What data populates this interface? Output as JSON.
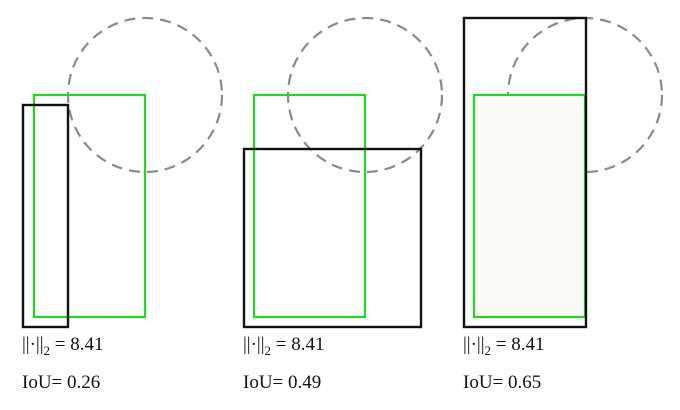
{
  "colors": {
    "ground_truth": "#22d622",
    "prediction": "#111111",
    "circle": "#8a8a8a",
    "background": "#ffffff"
  },
  "panels": [
    {
      "norm_symbol": "||·||",
      "norm_subscript": "2",
      "norm_text": " = 8.41",
      "iou_text": "IoU= 0.26",
      "prediction_value": 0.26
    },
    {
      "norm_symbol": "||·||",
      "norm_subscript": "2",
      "norm_text": " = 8.41",
      "iou_text": "IoU= 0.49",
      "prediction_value": 0.49
    },
    {
      "norm_symbol": "||·||",
      "norm_subscript": "2",
      "norm_text": " = 8.41",
      "iou_text": "IoU= 0.65",
      "prediction_value": 0.65
    }
  ]
}
